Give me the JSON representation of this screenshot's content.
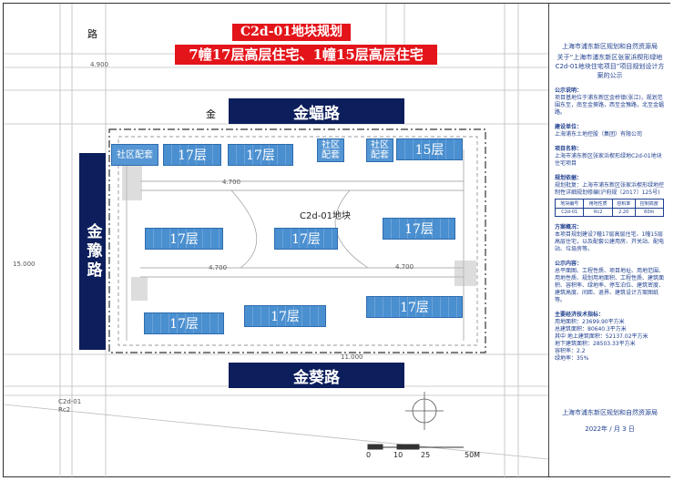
{
  "banner": {
    "title": "C2d-01地块规划",
    "subtitle": "7幢17层高层住宅、1幢15层高层住宅"
  },
  "roads": {
    "north": "金蝠路",
    "south": "金葵路",
    "west": "金豫路",
    "top_fragment": "路",
    "north_small": "金"
  },
  "plot": {
    "name": "C2d-01地块"
  },
  "buildings": [
    {
      "label": "17层"
    },
    {
      "label": "17层"
    },
    {
      "label": "15层"
    },
    {
      "label": "17层"
    },
    {
      "label": "17层"
    },
    {
      "label": "17层"
    },
    {
      "label": "17层"
    },
    {
      "label": "17层"
    },
    {
      "label": "17层"
    }
  ],
  "amenities": [
    {
      "label": "社区配套"
    },
    {
      "label": "社区\n配套"
    },
    {
      "label": "社区\n配套"
    }
  ],
  "annotations": {
    "dim1": "4.700",
    "dim2": "4.700",
    "dim3": "4.700",
    "dim4": "4.900",
    "dim5": "11.000",
    "dim6": "15.000",
    "scale": [
      "0",
      "10",
      "25",
      "50M"
    ],
    "site_small_label": "C2d-01",
    "site_small_sub": "Rc2"
  },
  "panel": {
    "header_org": "上海市浦东新区规划和自然资源局",
    "header_doc": "关于“上海市浦东新区张家浜楔形绿地C2d-01地块住宅项目”项目规划设计方案的公示",
    "sec1_title": "公示说明：",
    "sec1_text": "项目基地位于浦东新区金桥镇(张江)，规划范围东至，南至金葵路，西至金豫路，北至金蝠路。",
    "sec2_title": "建设单位：",
    "sec2_text": "上海浦东土地控股（集团）有限公司",
    "sec3_title": "项目名称：",
    "sec3_text": "上海市浦东新区张家浜楔形绿地C2d-01地块住宅项目",
    "sec4_title": "规划依据：",
    "sec4_text": "规划批复：上海市浦东新区张家浜楔形绿地控制性详细规划修编(沪府规〔2017〕125号)",
    "table_header": [
      "地块编号",
      "用地性质",
      "容积率",
      "控制高度"
    ],
    "table_row": [
      "C2d-01",
      "Rc2",
      "2.20",
      "60m"
    ],
    "sec5_title": "方案概况：",
    "sec5_text": "本项目规划建设7幢17层高层住宅、1幢15层高层住宅，以及配套公建用房、开关站、配电站、垃圾房等。",
    "sec6_title": "公示内容：",
    "sec6_text": "总平面图、工程性质、项目地址、用地范围、用地性质、规划用地面积、工程性质、建筑面积、容积率、绿地率、停车泊位、建筑密度、建筑高度、间距、退界、建筑设计方案图纸等。",
    "sec7_title": "主要经济技术指标：",
    "eco": [
      "用地面积：23699.90平方米",
      "总建筑面积：80640.3平方米",
      "其中 地上建筑面积：52137.02平方米",
      "地下建筑面积：28503.33平方米",
      "容积率：2.2",
      "绿地率：35%"
    ],
    "footer_org": "上海市浦东新区规划和自然资源局",
    "footer_date": "2022年 / 月 3 日"
  },
  "colors": {
    "banner_red": "#e3141a",
    "road_navy": "#0c1e5b",
    "building_blue": "#4a8fd0",
    "panel_blue": "#1f3f8f"
  }
}
